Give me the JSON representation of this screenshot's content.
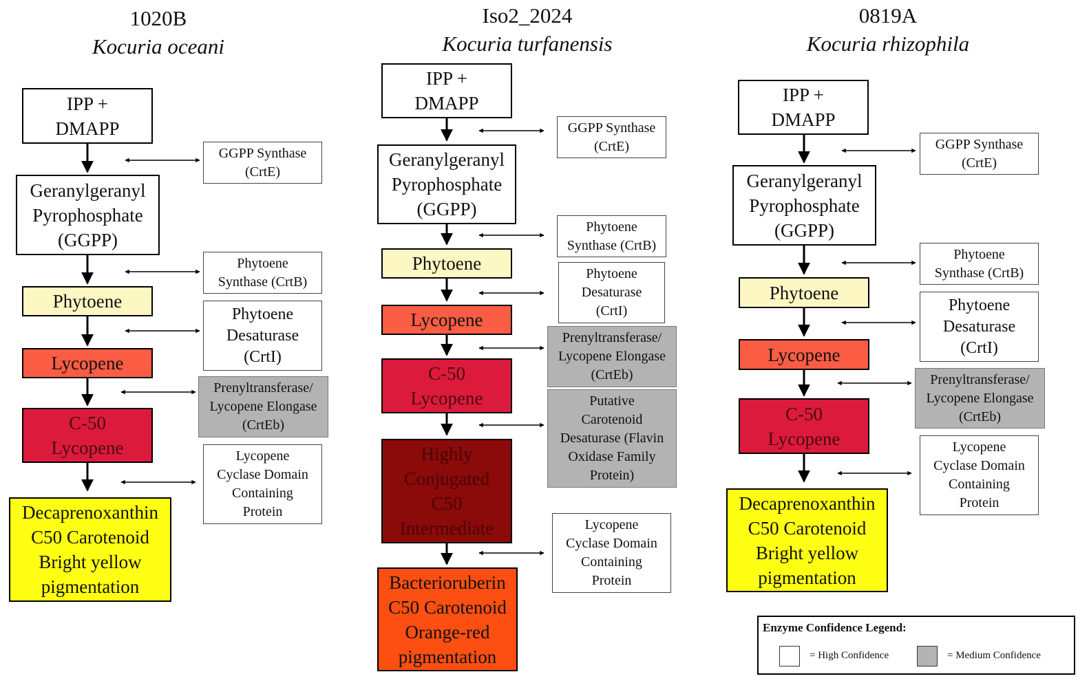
{
  "columns": [
    {
      "id": "col1",
      "code": "1020B",
      "species": "Kocuria oceani",
      "nodes": [
        {
          "id": "ipp",
          "label": "IPP +\nDMAPP"
        },
        {
          "id": "ggpp",
          "label": "Geranylgeranyl\nPyrophosphate\n(GGPP)"
        },
        {
          "id": "phytoene",
          "label": "Phytoene"
        },
        {
          "id": "lycopene",
          "label": "Lycopene"
        },
        {
          "id": "c50",
          "label": "C-50\nLycopene"
        },
        {
          "id": "product",
          "label": "Decaprenoxanthin\nC50 Carotenoid\nBright yellow\npigmentation"
        }
      ],
      "enzymes": [
        {
          "id": "crte",
          "label": "GGPP Synthase\n(CrtE)",
          "confidence": "high"
        },
        {
          "id": "crtb",
          "label": "Phytoene\nSynthase (CrtB)",
          "confidence": "high"
        },
        {
          "id": "crti",
          "label": "Phytoene\nDesaturase\n(CrtI)",
          "confidence": "high"
        },
        {
          "id": "crteb",
          "label": "Prenyltransferase/\nLycopene Elongase\n(CrtEb)",
          "confidence": "medium"
        },
        {
          "id": "cyclase",
          "label": "Lycopene\nCyclase Domain\nContaining\nProtein",
          "confidence": "high"
        }
      ]
    },
    {
      "id": "col2",
      "code": "Iso2_2024",
      "species": "Kocuria turfanensis",
      "nodes": [
        {
          "id": "ipp",
          "label": "IPP +\nDMAPP"
        },
        {
          "id": "ggpp",
          "label": "Geranylgeranyl\nPyrophosphate\n(GGPP)"
        },
        {
          "id": "phytoene",
          "label": "Phytoene"
        },
        {
          "id": "lycopene",
          "label": "Lycopene"
        },
        {
          "id": "c50",
          "label": "C-50\nLycopene"
        },
        {
          "id": "intermediate",
          "label": "Highly\nConjugated\nC50\nIntermediate"
        },
        {
          "id": "product",
          "label": "Bacterioruberin\nC50 Carotenoid\nOrange-red\npigmentation"
        }
      ],
      "enzymes": [
        {
          "id": "crte",
          "label": "GGPP Synthase\n(CrtE)",
          "confidence": "high"
        },
        {
          "id": "crtb",
          "label": "Phytoene\nSynthase (CrtB)",
          "confidence": "high"
        },
        {
          "id": "crti",
          "label": "Phytoene\nDesaturase\n(CrtI)",
          "confidence": "high"
        },
        {
          "id": "crteb",
          "label": "Prenyltransferase/\nLycopene Elongase\n(CrtEb)",
          "confidence": "medium"
        },
        {
          "id": "desat",
          "label": "Putative\nCarotenoid\nDesaturase (Flavin\nOxidase Family\nProtein)",
          "confidence": "medium"
        },
        {
          "id": "cyclase",
          "label": "Lycopene\nCyclase Domain\nContaining\nProtein",
          "confidence": "high"
        }
      ]
    },
    {
      "id": "col3",
      "code": "0819A",
      "species": "Kocuria rhizophila",
      "nodes": [
        {
          "id": "ipp",
          "label": "IPP +\nDMAPP"
        },
        {
          "id": "ggpp",
          "label": "Geranylgeranyl\nPyrophosphate\n(GGPP)"
        },
        {
          "id": "phytoene",
          "label": "Phytoene"
        },
        {
          "id": "lycopene",
          "label": "Lycopene"
        },
        {
          "id": "c50",
          "label": "C-50\nLycopene"
        },
        {
          "id": "product",
          "label": "Decaprenoxanthin\nC50 Carotenoid\nBright yellow\npigmentation"
        }
      ],
      "enzymes": [
        {
          "id": "crte",
          "label": "GGPP Synthase\n(CrtE)",
          "confidence": "high"
        },
        {
          "id": "crtb",
          "label": "Phytoene\nSynthase (CrtB)",
          "confidence": "high"
        },
        {
          "id": "crti",
          "label": "Phytoene\nDesaturase\n(CrtI)",
          "confidence": "high"
        },
        {
          "id": "crteb",
          "label": "Prenyltransferase/\nLycopene Elongase\n(CrtEb)",
          "confidence": "medium"
        },
        {
          "id": "cyclase",
          "label": "Lycopene\nCyclase Domain\nContaining\nProtein",
          "confidence": "high"
        }
      ]
    }
  ],
  "colors": {
    "neutral": "#ffffff",
    "phytoene": "#fdf7c3",
    "lycopene": "#fb5c44",
    "c50": "#dc1b3c",
    "intermediate": "#8b0a0a",
    "intermediate_text": "#4a0505",
    "yellow_product": "#ffff14",
    "orange_product": "#fd4f12",
    "medium_confidence": "#b3b3b3"
  },
  "legend": {
    "title": "Enzyme Confidence Legend:",
    "high_label": "= High Confidence",
    "medium_label": "= Medium Confidence"
  }
}
